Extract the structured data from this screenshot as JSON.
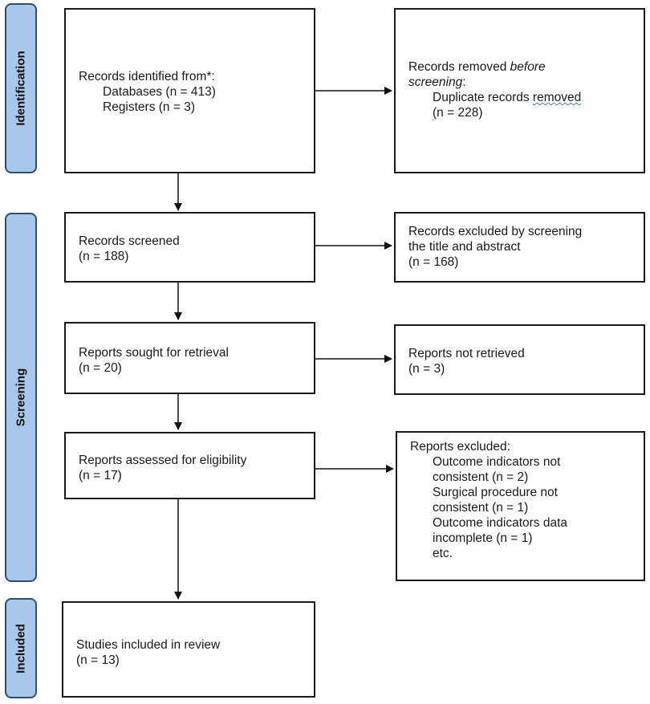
{
  "phases": {
    "identification": "Identification",
    "screening": "Screening",
    "included": "Included"
  },
  "boxes": {
    "identified": {
      "title": "Records identified from*:",
      "databases": "Databases (n = 413)",
      "registers": "Registers (n = 3)"
    },
    "removed": {
      "line1": "Records removed ",
      "line1_italic": "before",
      "line2_italic": "screening",
      "line2_suffix": ":",
      "line3_prefix": "Duplicate records ",
      "line3_underlined": "removed",
      "line4_underlined": "(",
      "line4_rest": "n = 228)"
    },
    "screened": {
      "title": "Records screened",
      "count": "(n = 188)"
    },
    "excluded_screening": {
      "line1": "Records excluded by screening",
      "line2": "the title and abstract",
      "count": "(n = 168)"
    },
    "sought": {
      "title": "Reports sought for retrieval",
      "count": "(n = 20)"
    },
    "not_retrieved": {
      "title": "Reports not retrieved",
      "count": "(n = 3)"
    },
    "assessed": {
      "title": "Reports assessed for eligibility",
      "count": "(n = 17)"
    },
    "reports_excluded": {
      "title": "Reports excluded:",
      "reasons": [
        "Outcome indicators not",
        "consistent (n = 2)",
        "Surgical procedure not",
        "consistent (n = 1)",
        "Outcome indicators data",
        "incomplete (n = 1)",
        "etc."
      ]
    },
    "included": {
      "title": "Studies included in review",
      "count": "(n = 13)"
    }
  }
}
